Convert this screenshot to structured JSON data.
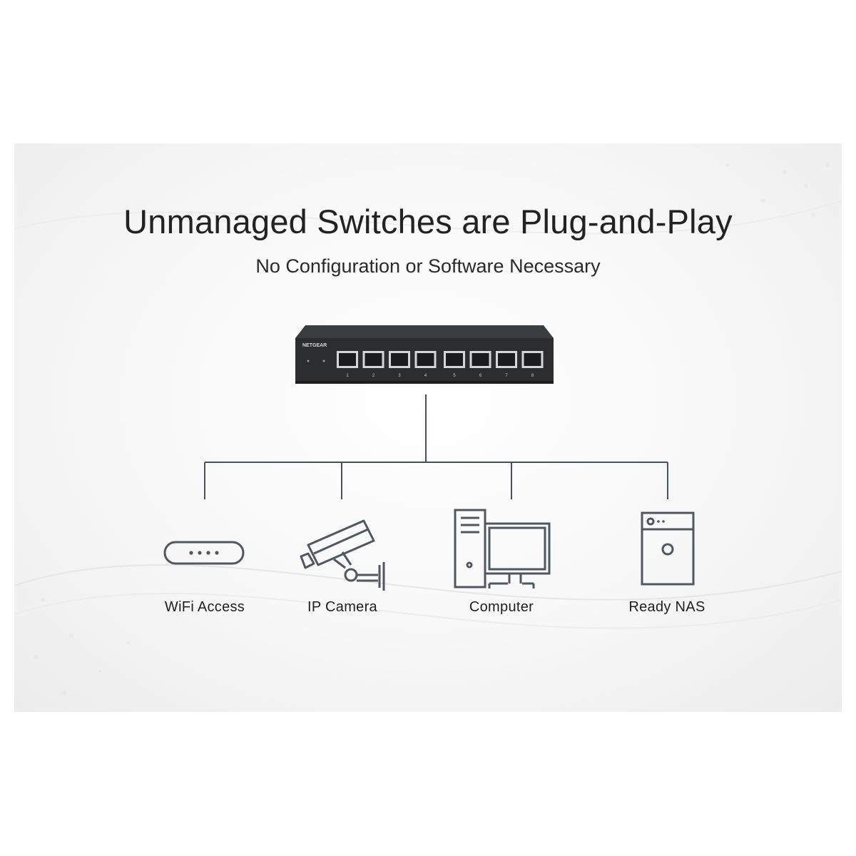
{
  "header": {
    "title": "Unmanaged Switches are Plug-and-Play",
    "subtitle": "No Configuration or Software Necessary"
  },
  "switch": {
    "brand": "NETGEAR",
    "port_labels": [
      "1",
      "2",
      "3",
      "4",
      "5",
      "6",
      "7",
      "8"
    ],
    "body_color": "#2b2d2f"
  },
  "devices": [
    {
      "label": "WiFi Access",
      "icon": "wifi-access-point-icon"
    },
    {
      "label": "IP Camera",
      "icon": "ip-camera-icon"
    },
    {
      "label": "Computer",
      "icon": "computer-icon"
    },
    {
      "label": "Ready NAS",
      "icon": "nas-storage-icon"
    }
  ],
  "colors": {
    "line": "#4a5059",
    "icon_stroke": "#505761",
    "text": "#222222"
  }
}
